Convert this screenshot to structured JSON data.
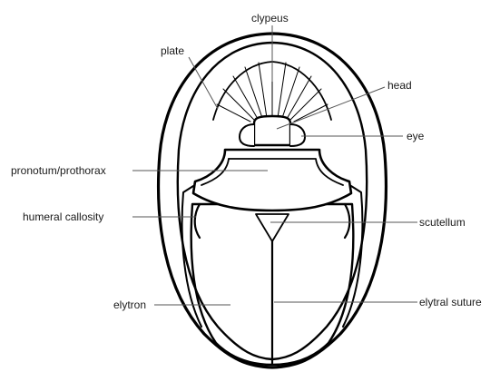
{
  "labels": {
    "clypeus": "clypeus",
    "plate": "plate",
    "head": "head",
    "eye": "eye",
    "pronotum": "pronotum/prothorax",
    "humeral": "humeral callosity",
    "scutellum": "scutellum",
    "elytron": "elytron",
    "suture": "elytral suture"
  },
  "colors": {
    "stroke": "#000000",
    "leader": "#555555",
    "fill": "#ffffff"
  }
}
